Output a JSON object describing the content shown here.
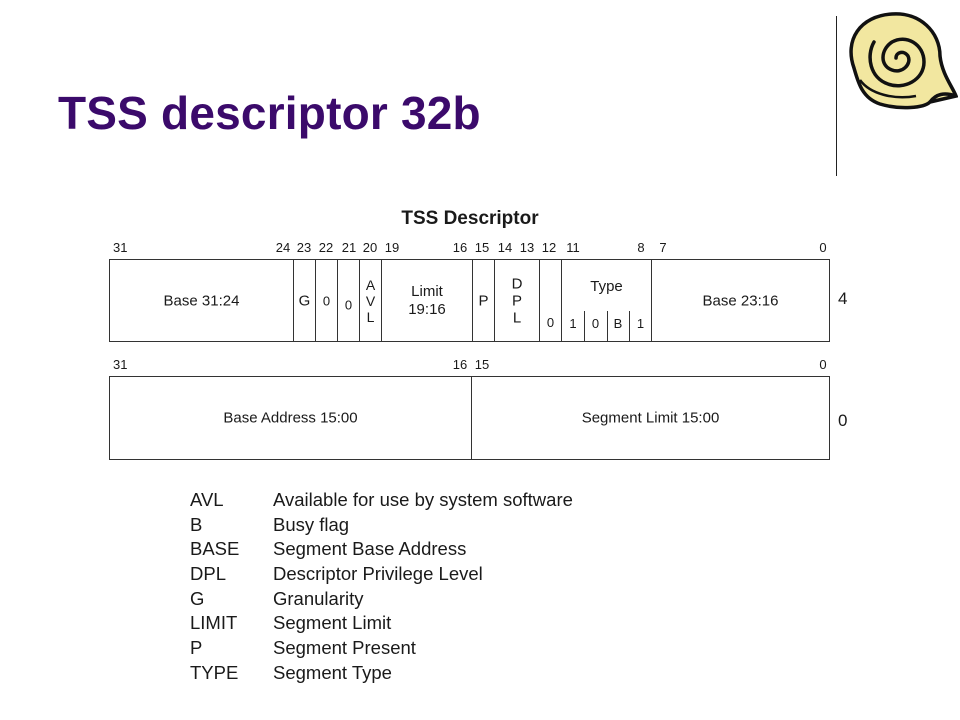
{
  "slide": {
    "title": "TSS descriptor 32b"
  },
  "logo": {
    "icon": "scroll-icon"
  },
  "diagram": {
    "title": "TSS Descriptor",
    "high_word": {
      "row_index": "4",
      "bit_labels": [
        "31",
        "24",
        "23",
        "22",
        "21",
        "20",
        "19",
        "16",
        "15",
        "14",
        "13",
        "12",
        "11",
        "8",
        "7",
        "0"
      ],
      "fields": {
        "base_31_24": "Base 31:24",
        "g": "G",
        "zero_a": "0",
        "zero_b": "0",
        "avl": [
          "A",
          "V",
          "L"
        ],
        "limit": [
          "Limit",
          "19:16"
        ],
        "p": "P",
        "dpl": [
          "D",
          "P",
          "L"
        ],
        "zero_c": "0",
        "type": "Type",
        "type_bits": [
          "1",
          "0",
          "B",
          "1"
        ],
        "base_23_16": "Base 23:16"
      }
    },
    "low_word": {
      "row_index": "0",
      "bit_labels": [
        "31",
        "16",
        "15",
        "0"
      ],
      "fields": {
        "base_address": "Base Address 15:00",
        "segment_limit": "Segment Limit 15:00"
      }
    }
  },
  "legend": [
    {
      "abbr": "AVL",
      "desc": "Available for use by system software"
    },
    {
      "abbr": "B",
      "desc": "Busy flag"
    },
    {
      "abbr": "BASE",
      "desc": "Segment Base Address"
    },
    {
      "abbr": "DPL",
      "desc": "Descriptor Privilege Level"
    },
    {
      "abbr": "G",
      "desc": "Granularity"
    },
    {
      "abbr": "LIMIT",
      "desc": "Segment Limit"
    },
    {
      "abbr": "P",
      "desc": "Segment Present"
    },
    {
      "abbr": "TYPE",
      "desc": "Segment Type"
    }
  ]
}
